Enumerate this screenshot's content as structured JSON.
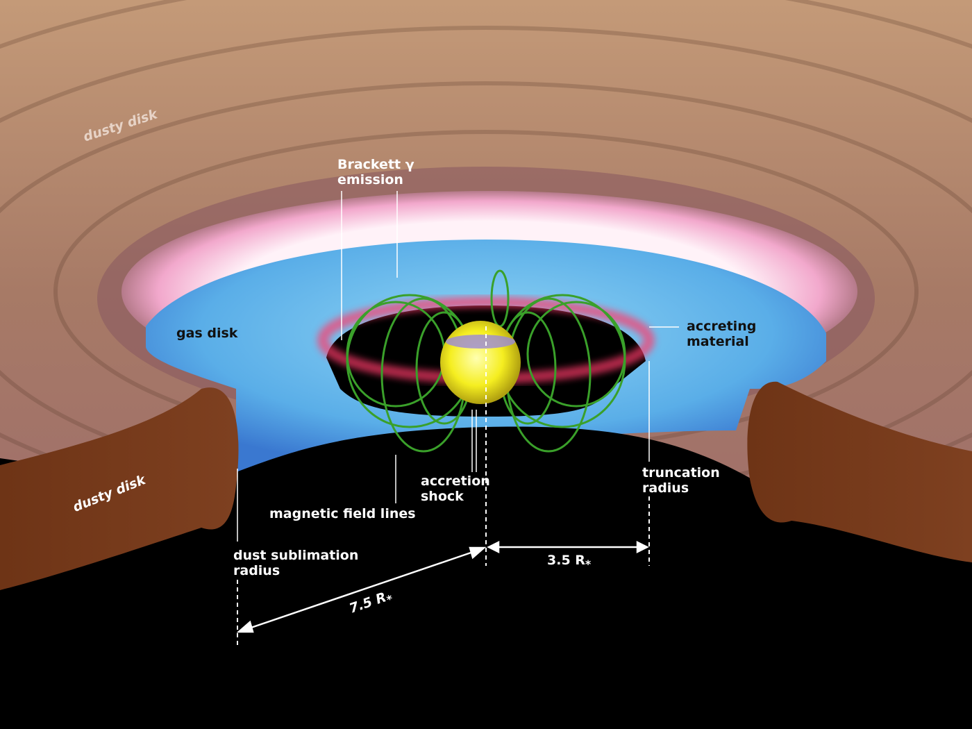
{
  "labels": {
    "dusty_disk_top": "dusty disk",
    "brackett_line1": "Brackett γ",
    "brackett_line2": "emission",
    "gas_disk": "gas disk",
    "accreting_line1": "accreting",
    "accreting_line2": "material",
    "accretion_shock_line1": "accretion",
    "accretion_shock_line2": "shock",
    "magnetic_field_lines": "magnetic field lines",
    "truncation_line1": "truncation",
    "truncation_line2": "radius",
    "dusty_disk_bottom": "dusty disk",
    "dust_sublimation_line1": "dust sublimation",
    "dust_sublimation_line2": "radius",
    "distance_sublimation": "7.5 R",
    "distance_truncation": "3.5 R",
    "radius_subscript": "*"
  },
  "colors": {
    "dusty_disk": "#b98c6c",
    "emission": "#f4b8d6",
    "gas_disk": "#5aaee8",
    "star": "#f5ee20",
    "field_lines": "#3a9a2a",
    "dust_tube": "#6e3416"
  }
}
